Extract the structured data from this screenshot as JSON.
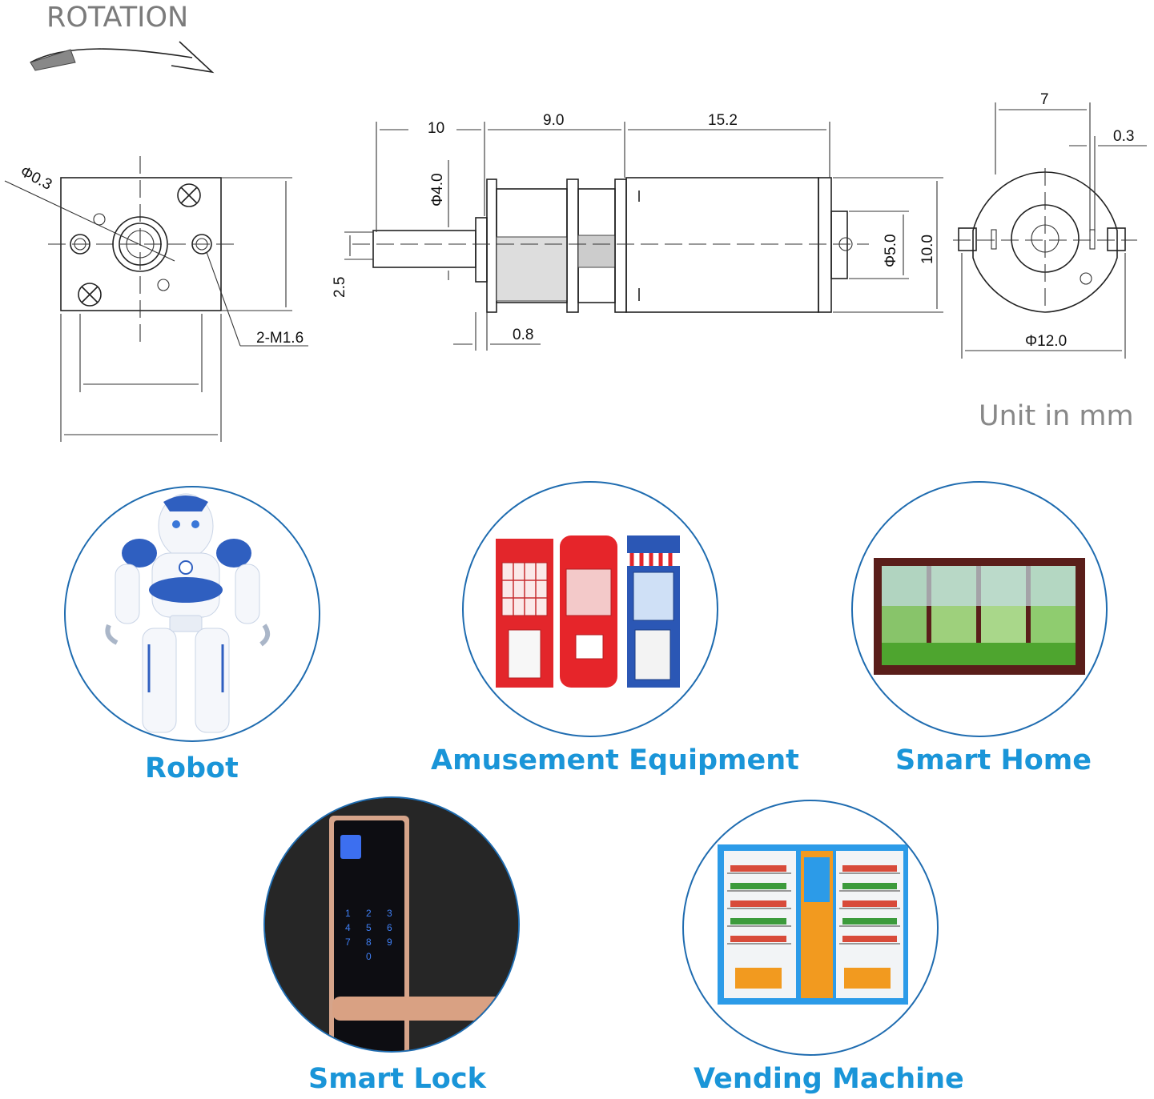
{
  "rotation_label": "ROTATION",
  "unit_label": "Unit in mm",
  "dimensions": {
    "front": {
      "hole_dia": "Φ0.3",
      "screws": "2-M1.6"
    },
    "side": {
      "shaft_len": "10",
      "gear_len": "9.0",
      "motor_len": "15.2",
      "shaft_dia": "Φ4.0",
      "flat": "2.5",
      "collar": "0.8",
      "boss_dia": "Φ5.0",
      "height": "10.0"
    },
    "end": {
      "width_top": "7",
      "tab": "0.3",
      "outer_dia": "Φ12.0"
    }
  },
  "applications": [
    {
      "label": "Robot",
      "icon": "robot-icon"
    },
    {
      "label": "Amusement Equipment",
      "icon": "claw-machine-icon"
    },
    {
      "label": "Smart Home",
      "icon": "window-icon"
    },
    {
      "label": "Smart Lock",
      "icon": "door-lock-icon"
    },
    {
      "label": "Vending Machine",
      "icon": "vending-machine-icon"
    }
  ],
  "colors": {
    "label_blue": "#1a95d8",
    "circle_border": "#1f6cb0"
  }
}
